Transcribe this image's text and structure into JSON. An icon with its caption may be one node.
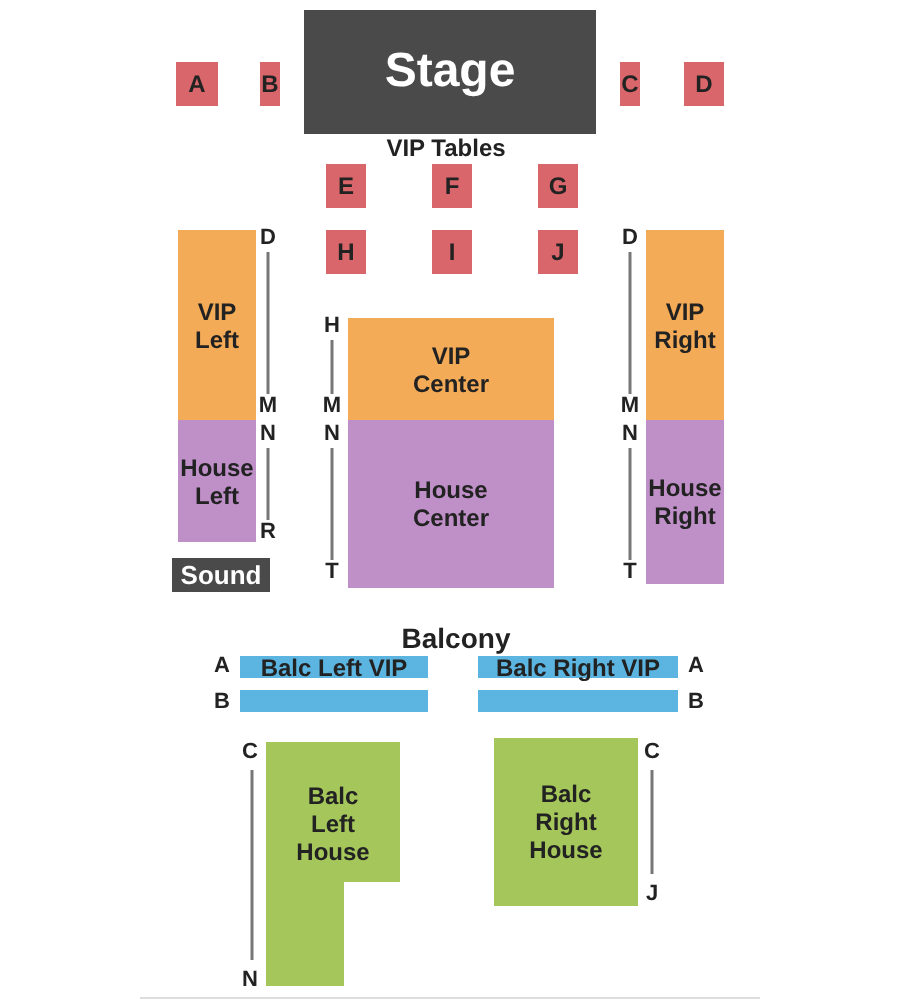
{
  "diagram": {
    "nodes": [
      {
        "text": [
          "Stage"
        ]
      },
      {
        "text": [
          "A"
        ]
      },
      {
        "text": [
          "B"
        ]
      },
      {
        "text": [
          "C"
        ]
      },
      {
        "text": [
          "D"
        ]
      },
      {
        "text": [
          "E"
        ]
      },
      {
        "text": [
          "F"
        ]
      },
      {
        "text": [
          "G"
        ]
      },
      {
        "text": [
          "H"
        ]
      },
      {
        "text": [
          "I"
        ]
      },
      {
        "text": [
          "J"
        ]
      },
      {
        "text": [
          "VIP Left"
        ]
      },
      {
        "text": [
          "House Left"
        ]
      },
      {
        "text": [
          "VIP Center"
        ]
      },
      {
        "text": [
          "House Center"
        ]
      },
      {
        "text": [
          "VIP Right"
        ]
      },
      {
        "text": [
          "House Right"
        ]
      },
      {
        "text": [
          "Sound"
        ]
      },
      {
        "text": [
          "Balc Left VIP"
        ]
      },
      {
        "text": [
          "Balc Right VIP"
        ]
      },
      {
        "text": [],
        "shape": "bar"
      },
      {
        "text": [],
        "shape": "bar"
      },
      {
        "text": [
          "Balc Left House"
        ]
      },
      {
        "text": [
          "Balc Right House"
        ]
      }
    ],
    "labels": [
      "VIP Tables",
      "D",
      "D",
      "H",
      "M",
      "M",
      "M",
      "N",
      "N",
      "N",
      "R",
      "T",
      "T",
      "Balcony",
      "A",
      "A",
      "B",
      "B",
      "C",
      "C",
      "J",
      "N"
    ]
  }
}
